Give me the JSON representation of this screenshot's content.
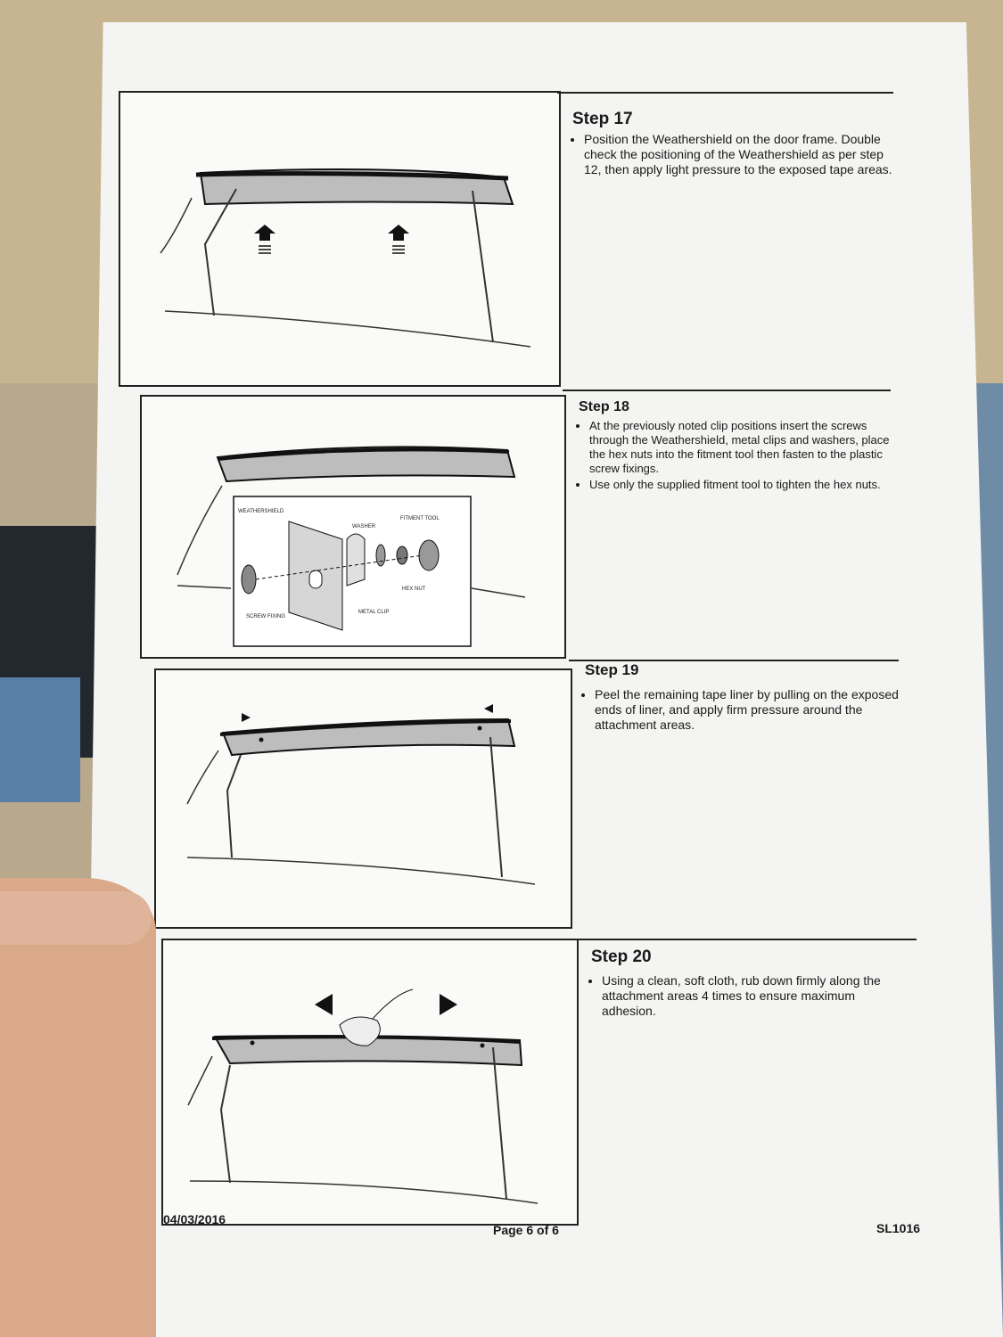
{
  "steps": [
    {
      "title": "Step 17",
      "bullets": [
        "Position the Weathershield on the door frame. Double check the positioning of the  Weathershield as per step 12, then apply light pressure to the exposed tape areas."
      ]
    },
    {
      "title": "Step 18",
      "bullets": [
        "At the previously noted clip positions insert the screws through the Weathershield, metal clips and washers, place the hex nuts into the fitment tool then fasten to the plastic screw fixings.",
        "Use only the supplied fitment tool to tighten the hex nuts."
      ],
      "diagram_labels": {
        "weathershield": "WEATHERSHIELD",
        "washer": "WASHER",
        "fitment_tool": "FITMENT TOOL",
        "hex_nut": "HEX NUT",
        "metal_clip": "METAL CLIP",
        "screw_fixing": "SCREW FIXING"
      }
    },
    {
      "title": "Step 19",
      "bullets": [
        "Peel the remaining tape liner by pulling on the exposed ends of liner, and apply firm pressure around the attachment areas."
      ]
    },
    {
      "title": "Step 20",
      "bullets": [
        "Using a clean, soft cloth, rub down firmly along the attachment areas 4 times to ensure maximum adhesion."
      ]
    }
  ],
  "footer": {
    "date": "04/03/2016",
    "page": "Page 6 of 6",
    "code": "SL1016"
  }
}
